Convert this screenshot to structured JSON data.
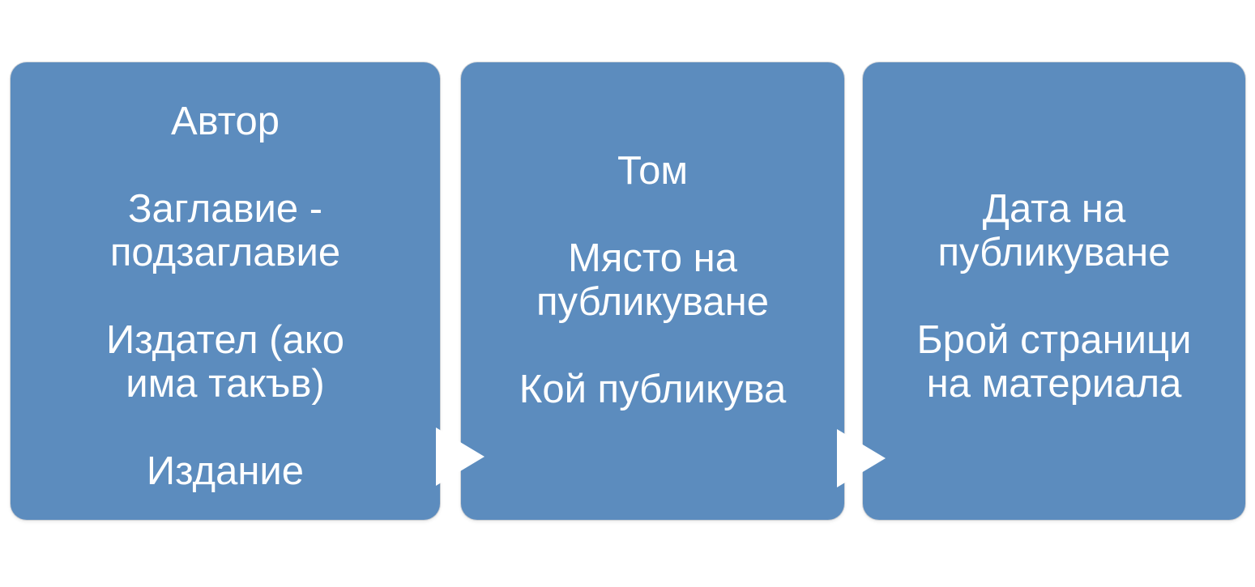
{
  "diagram": {
    "type": "process-flow",
    "background_color": "#ffffff",
    "box_fill_color": "#5C8CBE",
    "text_color": "#ffffff",
    "arrow_color": "#ffffff",
    "steps": [
      {
        "name": "step-1",
        "paragraphs": [
          "Автор",
          "Заглавие -\nподзаглавие",
          "Издател (ако\nима такъв)",
          "Издание"
        ]
      },
      {
        "name": "step-2",
        "paragraphs": [
          "Том",
          "Място на\nпубликуване",
          "Кой публикува"
        ]
      },
      {
        "name": "step-3",
        "paragraphs": [
          "Дата на\nпубликуване",
          "Брой страници\nна материала"
        ]
      }
    ],
    "arrows": [
      {
        "icon": "arrow-right-icon"
      },
      {
        "icon": "arrow-right-icon"
      }
    ]
  }
}
